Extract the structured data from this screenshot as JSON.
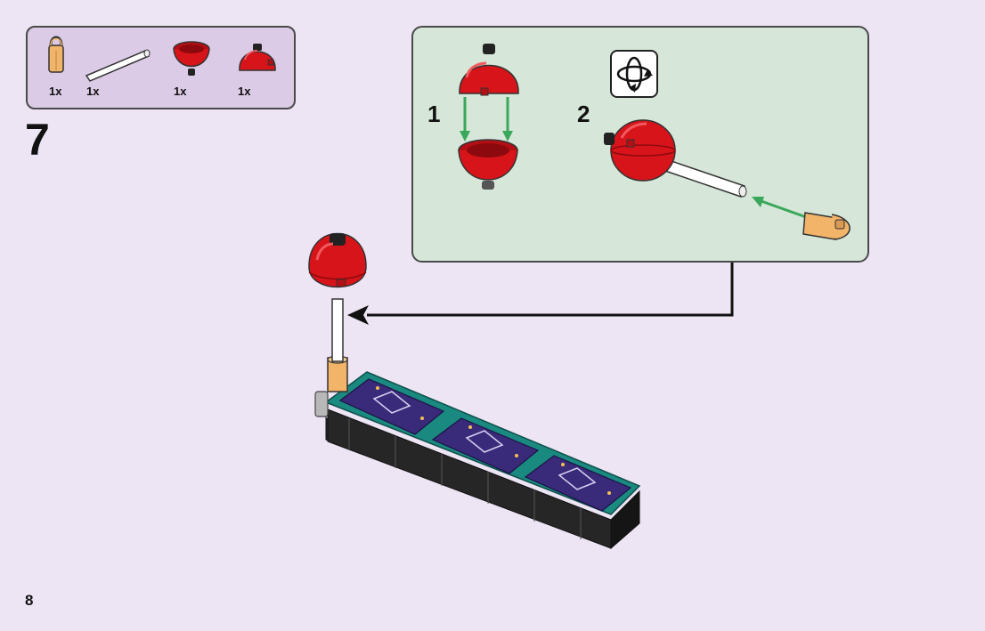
{
  "parts_list": {
    "items": [
      {
        "name": "tan clip piece",
        "qty": "1x"
      },
      {
        "name": "white bar",
        "qty": "1x"
      },
      {
        "name": "red dome piece",
        "qty": "1x"
      },
      {
        "name": "red round piece",
        "qty": "1x"
      }
    ]
  },
  "step": {
    "number": "7"
  },
  "callout": {
    "substeps": [
      {
        "number": "1"
      },
      {
        "number": "2"
      }
    ]
  },
  "page": {
    "number": "8"
  },
  "colors": {
    "page_bg": "#ede4f4",
    "parts_bg": "#dccbe6",
    "callout_bg": "#d6e6d8",
    "red": "#d7141a",
    "tan": "#f2b468",
    "teal": "#1a8a80",
    "purple": "#3a2a7a",
    "arrow_green": "#3aa85a"
  }
}
